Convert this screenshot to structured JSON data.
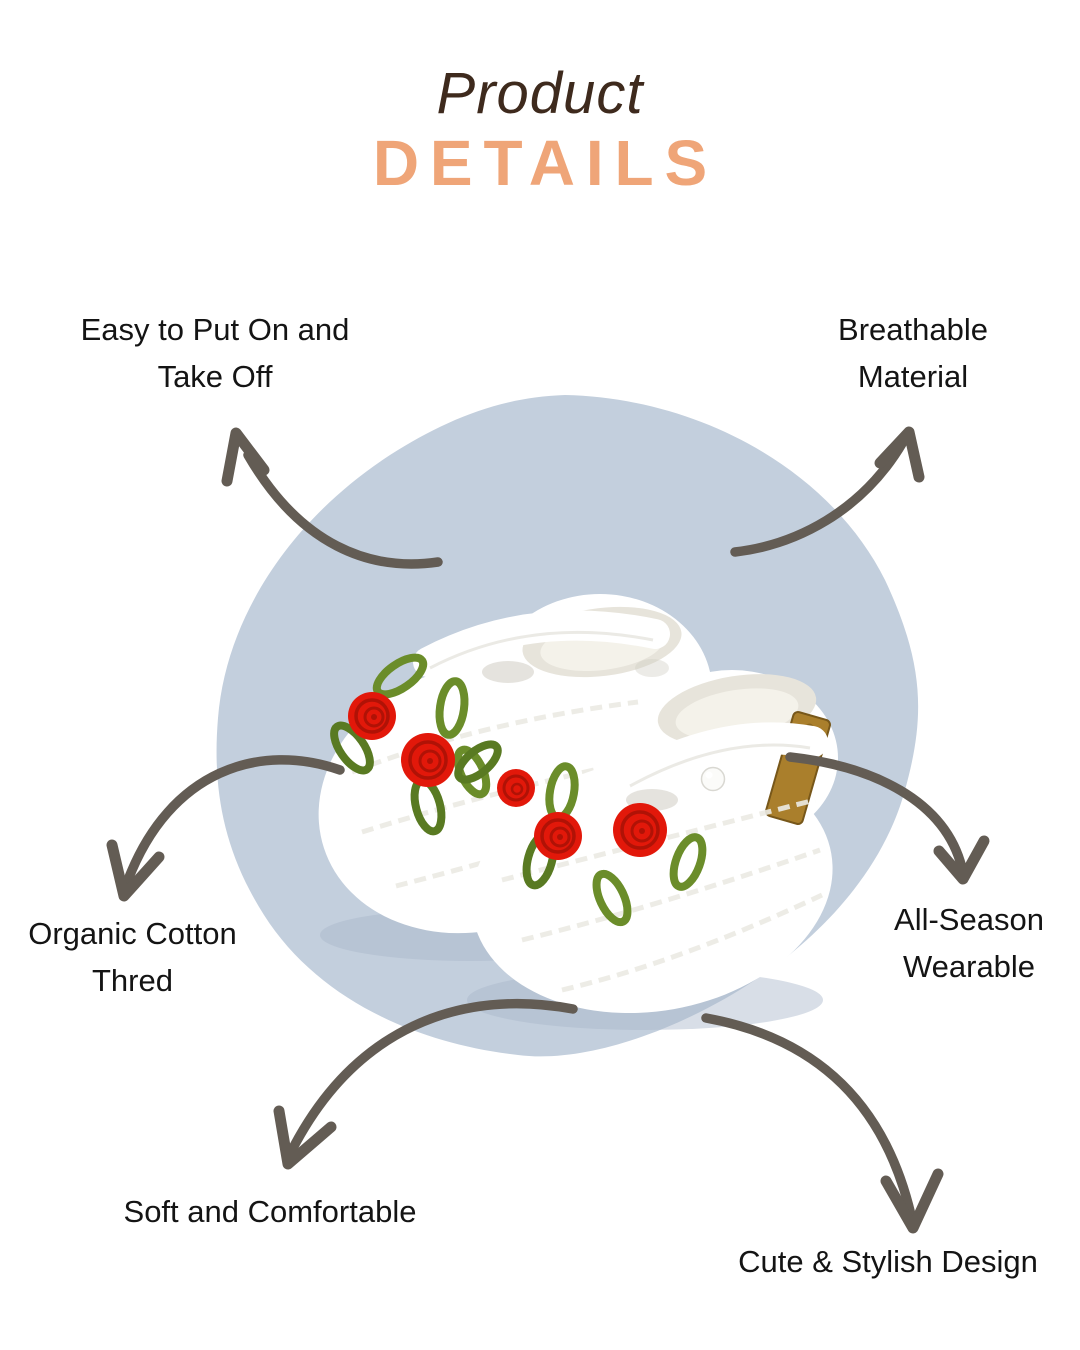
{
  "header": {
    "title_italic": "Product",
    "title_caps": "DETAILS"
  },
  "features": [
    {
      "id": "easy-on-off",
      "label": "Easy to Put On and\nTake Off"
    },
    {
      "id": "breathable",
      "label": "Breathable\nMaterial"
    },
    {
      "id": "organic-cotton",
      "label": "Organic Cotton\nThred"
    },
    {
      "id": "all-season",
      "label": "All-Season\nWearable"
    },
    {
      "id": "soft",
      "label": "Soft and Comfortable"
    },
    {
      "id": "cute-stylish",
      "label": "Cute & Stylish Design"
    }
  ],
  "image": {
    "alt": "White crochet baby booties decorated with red satin roses, green ribbon leaves, a pearl button and a small kraft tag, on a light blue round backdrop"
  },
  "icons": {
    "curved-arrow": "hand-drawn curved arrow with open V arrowhead"
  },
  "colors": {
    "background": "#ffffff",
    "title_brown": "#3e2a1d",
    "accent_peach": "#efa578",
    "label_black": "#141414",
    "blob_blue": "#c3cfdd",
    "arrow_gray": "#635c54",
    "rose_red": "#e2180a",
    "leaf_green": "#6b8d2a",
    "tag_brown": "#aa7f2c",
    "pearl_white": "#fbfbf9"
  }
}
